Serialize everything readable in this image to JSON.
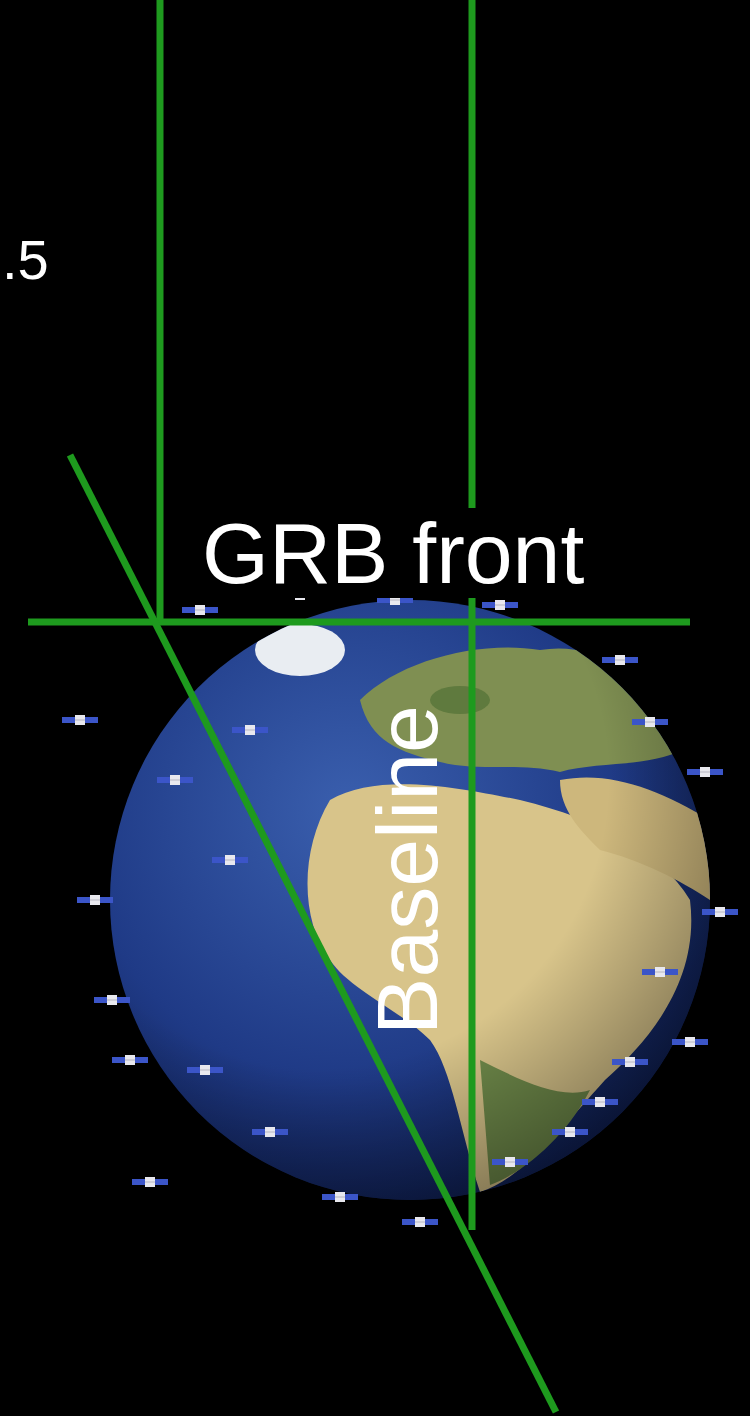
{
  "diagram": {
    "labels": [
      ".5",
      "GRB front",
      "Baseline"
    ]
  }
}
